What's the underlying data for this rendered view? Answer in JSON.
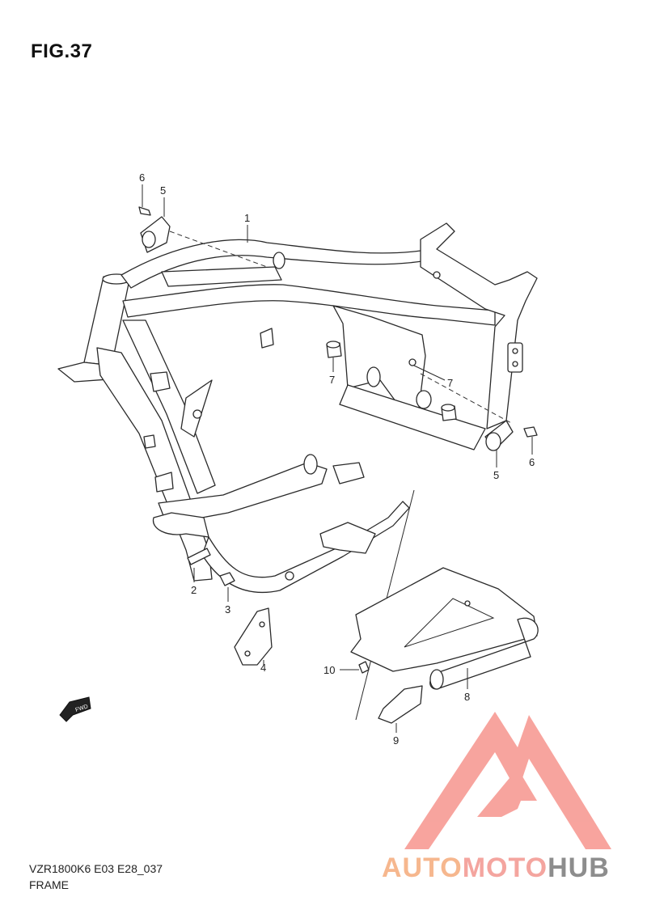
{
  "figure": {
    "title": "FIG.37",
    "code": "VZR1800K6 E03 E28_037",
    "name": "FRAME"
  },
  "callouts": [
    {
      "id": "1",
      "label": "1"
    },
    {
      "id": "2",
      "label": "2"
    },
    {
      "id": "3",
      "label": "3"
    },
    {
      "id": "4",
      "label": "4"
    },
    {
      "id": "5a",
      "label": "5"
    },
    {
      "id": "5b",
      "label": "5"
    },
    {
      "id": "6a",
      "label": "6"
    },
    {
      "id": "6b",
      "label": "6"
    },
    {
      "id": "7a",
      "label": "7"
    },
    {
      "id": "7b",
      "label": "7"
    },
    {
      "id": "8",
      "label": "8"
    },
    {
      "id": "9",
      "label": "9"
    },
    {
      "id": "10",
      "label": "10"
    }
  ],
  "fwd_label": "FWD",
  "watermark": {
    "part1": "AUTO",
    "part2": "MOTO",
    "part3": "HUB",
    "color_a": "#f6b78e",
    "color_b": "#f4a59f",
    "color_c": "#8d8d8d",
    "logo_color": "#f25a4f"
  }
}
